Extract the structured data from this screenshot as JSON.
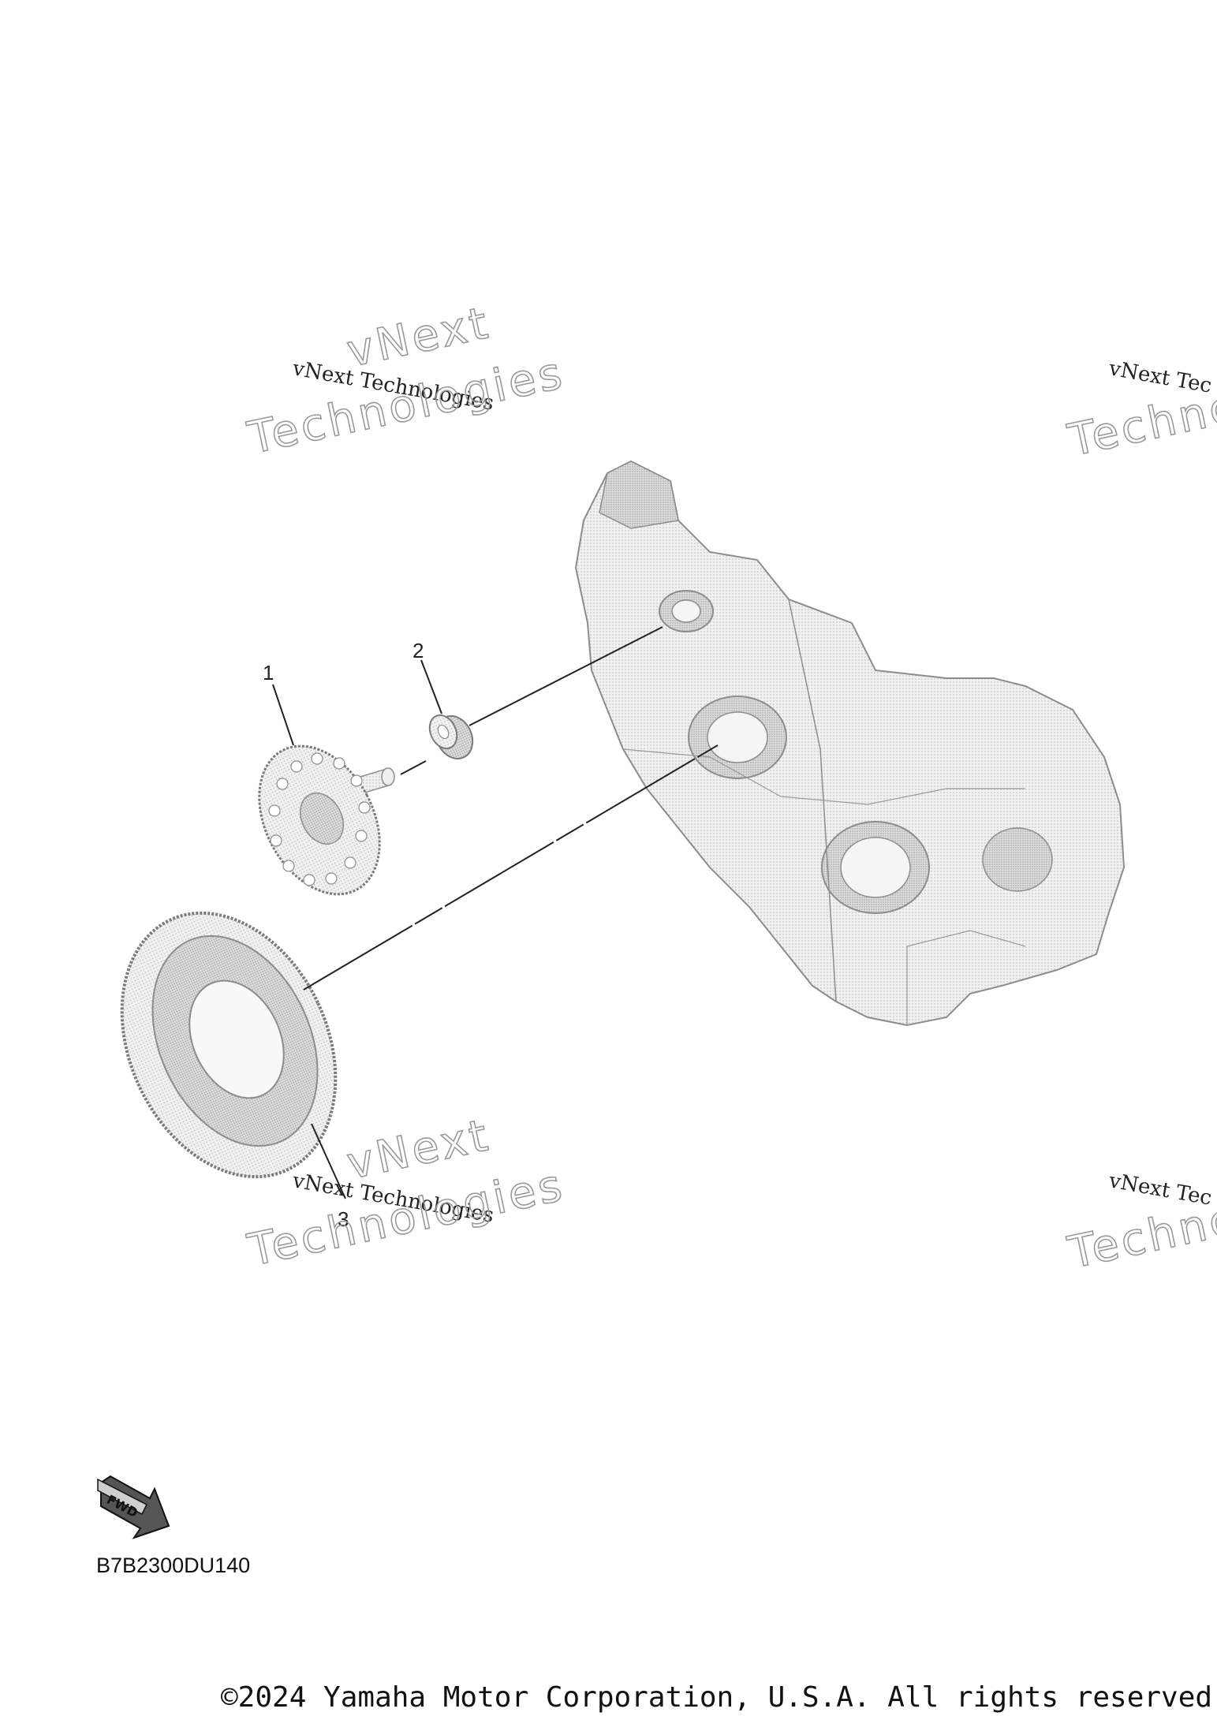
{
  "watermark": {
    "line_a": "vNext",
    "line_b": "vNext Technologies",
    "line_c": "Technologies",
    "line_b_partial": "vNext Tec",
    "line_c_partial": "Technc"
  },
  "callouts": [
    {
      "label": "1",
      "part": "idle-gear-with-shaft"
    },
    {
      "label": "2",
      "part": "bearing"
    },
    {
      "label": "3",
      "part": "starter-ring-gear"
    }
  ],
  "fwd_label": "FWD",
  "diagram_code": "B7B2300DU140",
  "copyright": "©2024 Yamaha Motor Corporation, U.S.A. All rights reserved",
  "colors": {
    "line": "#222222",
    "part_fill": "#e6e6e6",
    "part_stroke": "#8c8c8c"
  }
}
